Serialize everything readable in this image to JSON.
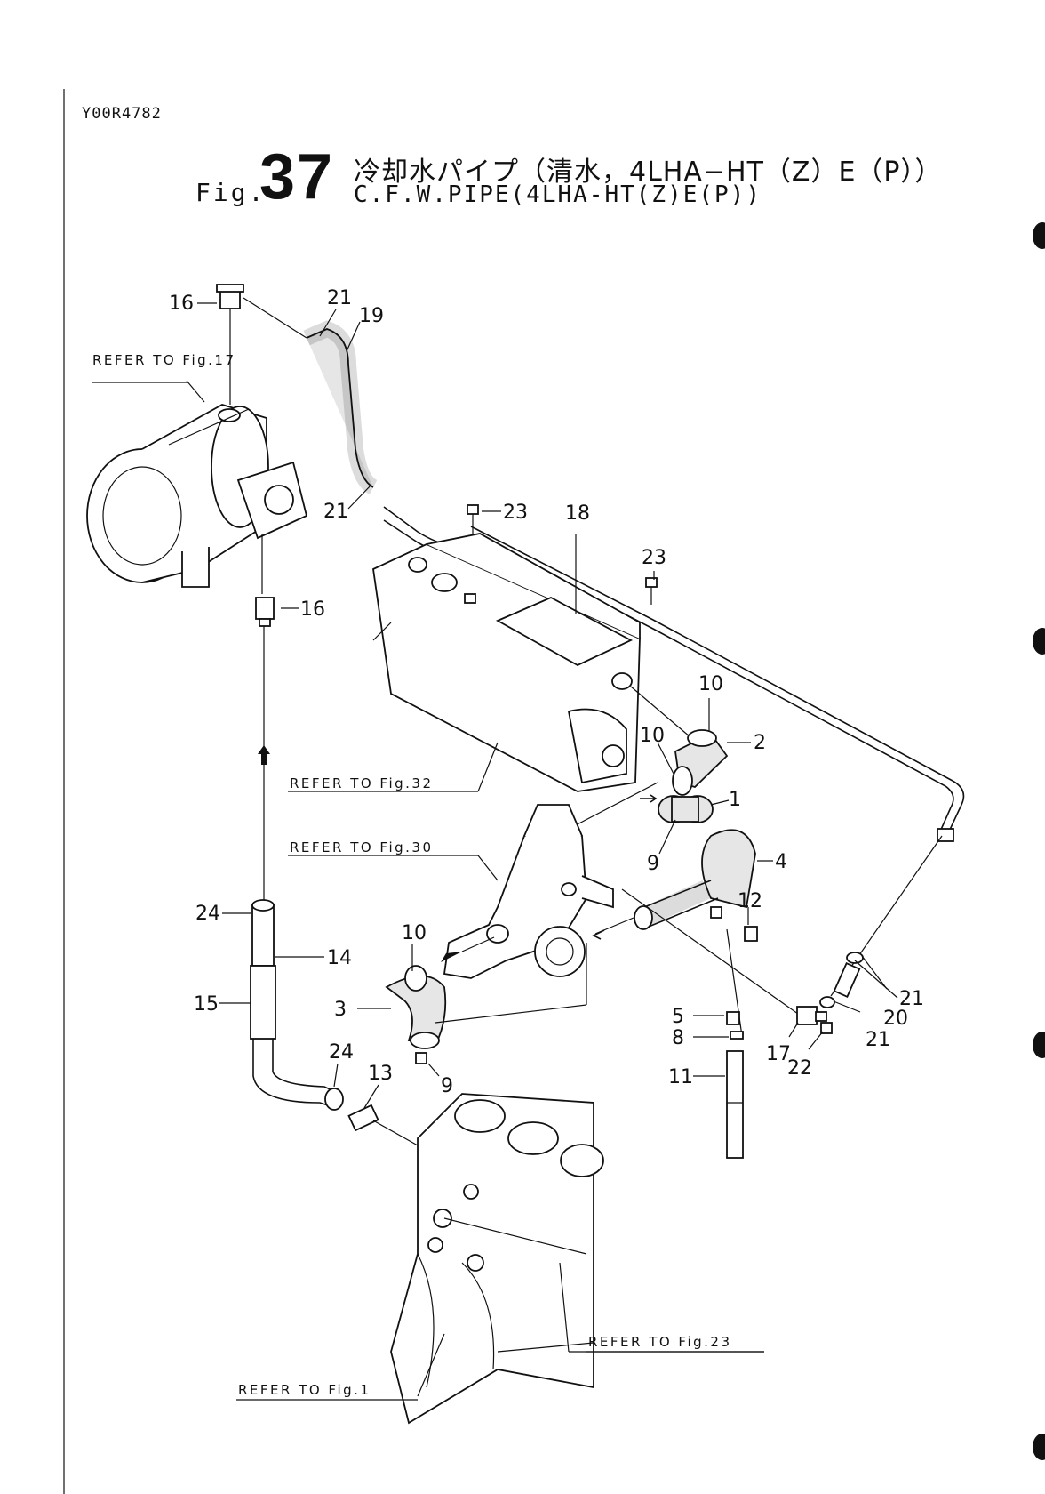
{
  "header": {
    "doc_code": "Y00R4782",
    "fig_prefix": "Fig.",
    "fig_number": "37",
    "title_jp": "冷却水パイプ（清水，4LHA−HT（Z）E（P））",
    "title_en": "C.F.W.PIPE(4LHA-HT(Z)E(P))"
  },
  "callouts": [
    "16",
    "21",
    "19",
    "21",
    "23",
    "18",
    "16",
    "23",
    "10",
    "10",
    "2",
    "1",
    "4",
    "9",
    "12",
    "24",
    "14",
    "15",
    "10",
    "3",
    "9",
    "5",
    "8",
    "11",
    "17",
    "22",
    "20",
    "21",
    "21",
    "24",
    "13"
  ],
  "references": [
    "REFER TO Fig.17",
    "REFER TO Fig.32",
    "REFER TO Fig.30",
    "REFER TO Fig.23",
    "REFER TO Fig.1"
  ],
  "icons": [
    "flow-arrow-icon"
  ]
}
